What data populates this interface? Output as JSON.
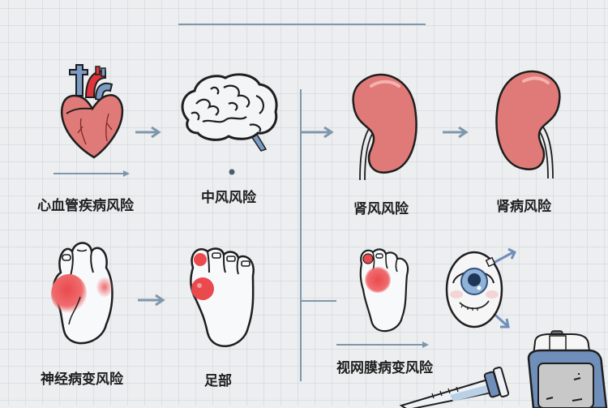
{
  "colors": {
    "background": "#eceef0",
    "connector": "#7f97ab",
    "organ_red": "#e07a78",
    "artery_red": "#e0343c",
    "vein_blue": "#7b9bc4",
    "outline": "#1e1e1e",
    "hotspot": "#ea4a4e",
    "device_blue": "#6f8fba"
  },
  "nodes": [
    {
      "id": "heart",
      "label": "心血管疾病风险",
      "icon": "heart-icon"
    },
    {
      "id": "brain",
      "label": "中风风险",
      "icon": "brain-icon"
    },
    {
      "id": "kidney-1",
      "label": "肾风风险",
      "icon": "kidney-icon"
    },
    {
      "id": "kidney-2",
      "label": "肾病风险",
      "icon": "kidney-icon"
    },
    {
      "id": "foot-neuropathy",
      "label": "神经病变风险",
      "icon": "foot-icon"
    },
    {
      "id": "foot",
      "label": "足部",
      "icon": "foot-icon"
    },
    {
      "id": "foot-eye",
      "label": "视网膜病变风险",
      "icon": "foot-icon"
    },
    {
      "id": "eye",
      "label": "",
      "icon": "eye-icon"
    },
    {
      "id": "syringe",
      "label": "",
      "icon": "syringe-icon"
    },
    {
      "id": "glucometer",
      "label": "",
      "icon": "glucometer-icon"
    }
  ],
  "connections": [
    {
      "from": "heart",
      "to": "brain"
    },
    {
      "from": "kidney-1",
      "to": "kidney-2"
    },
    {
      "from": "foot-neuropathy",
      "to": "foot"
    },
    {
      "from": "trunk",
      "to": "kidney-1"
    },
    {
      "from": "trunk",
      "to": "foot-eye"
    }
  ]
}
